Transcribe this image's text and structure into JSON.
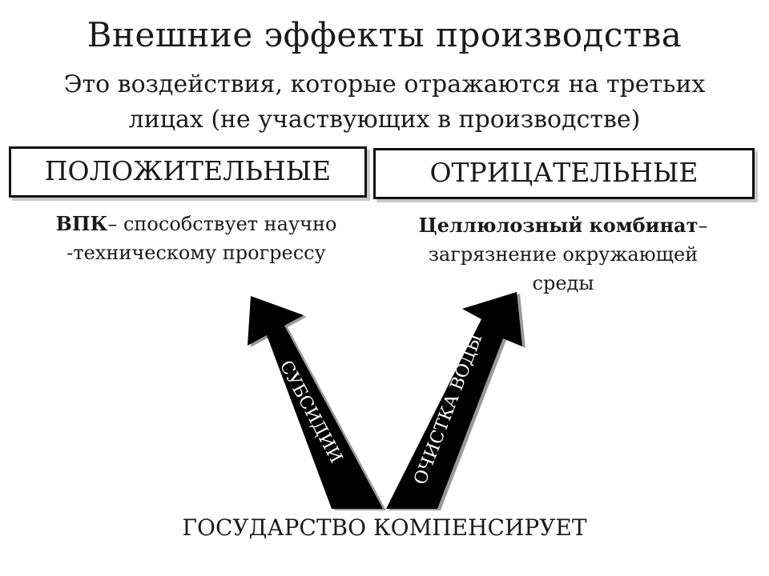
{
  "title": "Внешние эффекты производства",
  "definition": {
    "line1": "Это воздействия, которые отражаются на третьих",
    "line2": "лицах (не участвующих в производстве)"
  },
  "positive": {
    "label": "ПОЛОЖИТЕЛЬНЫЕ",
    "example_bold": "ВПК",
    "example_line1": "– способствует научно",
    "example_line2": "-техническому прогрессу"
  },
  "negative": {
    "label": "ОТРИЦАТЕЛЬНЫЕ",
    "example_bold": "Целлюлозный комбинат",
    "example_line1": "–",
    "example_line2": "загрязнение окружающей",
    "example_line3": "среды"
  },
  "arrows": {
    "left_label": "СУБСИДИИ",
    "right_label": "ОЧИСТКА ВОДЫ",
    "fill_color": "#000000"
  },
  "bottom_label": "ГОСУДАРСТВО КОМПЕНСИРУЕТ"
}
